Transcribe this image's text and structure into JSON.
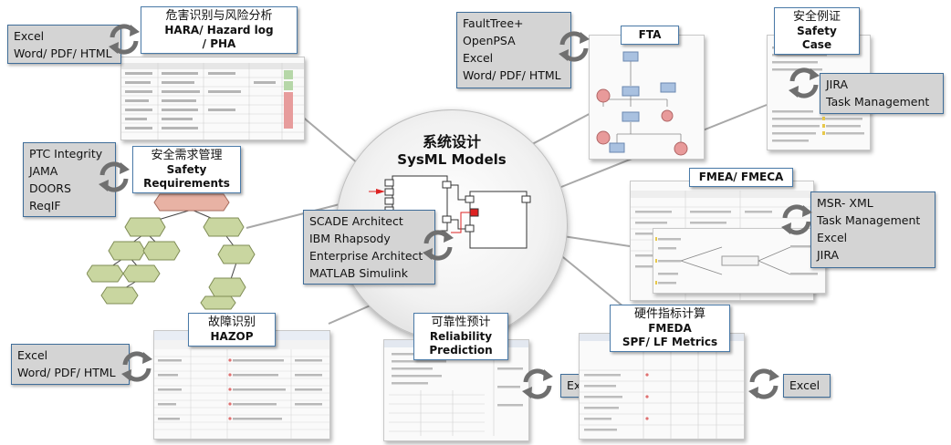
{
  "center": {
    "title_zh": "系统设计",
    "title_en": "SysML  Models"
  },
  "hara": {
    "title_zh": "危害识别与风险分析",
    "title_en_1": "HARA/ Hazard log",
    "title_en_2": "/ PHA",
    "tools": [
      "Excel",
      "Word/ PDF/ HTML"
    ]
  },
  "safety_req": {
    "title_zh": "安全需求管理",
    "title_en_1": "Safety",
    "title_en_2": "Requirements",
    "tools": [
      "PTC Integrity",
      "JAMA",
      "DOORS",
      "ReqIF"
    ]
  },
  "hazop": {
    "title_zh": "故障识别",
    "title_en": "HAZOP",
    "tools": [
      "Excel",
      "Word/ PDF/ HTML"
    ]
  },
  "modeling": {
    "tools": [
      "SCADE  Architect",
      "IBM  Rhapsody",
      "Enterprise  Architect",
      "MATLAB  Simulink"
    ]
  },
  "fta": {
    "title_en": "FTA",
    "tools": [
      "FaultTree+",
      "OpenPSA",
      "Excel",
      "Word/ PDF/ HTML"
    ]
  },
  "safety_case": {
    "title_zh": "安全例证",
    "title_en": "Safety  Case",
    "tools": [
      "JIRA",
      "Task   Management"
    ]
  },
  "fmea": {
    "title_en": "FMEA/  FMECA",
    "tools": [
      "MSR- XML",
      "Task   Management",
      "Excel",
      "JIRA"
    ]
  },
  "reliability": {
    "title_zh": "可靠性预计",
    "title_en_1": "Reliability",
    "title_en_2": "Prediction",
    "tools": [
      "Excel"
    ]
  },
  "fmeda": {
    "title_zh": "硬件指标计算",
    "title_en_1": "FMEDA",
    "title_en_2": "SPF/ LF  Metrics",
    "tools": [
      "Excel"
    ]
  },
  "colors": {
    "tool_bg": "#d4d4d4",
    "tool_border": "#3f6d99",
    "sync_icon": "#6f6f6f",
    "connector": "#a8a8a8",
    "node_green": "#c9d6a0",
    "node_red": "#e89a9a"
  }
}
